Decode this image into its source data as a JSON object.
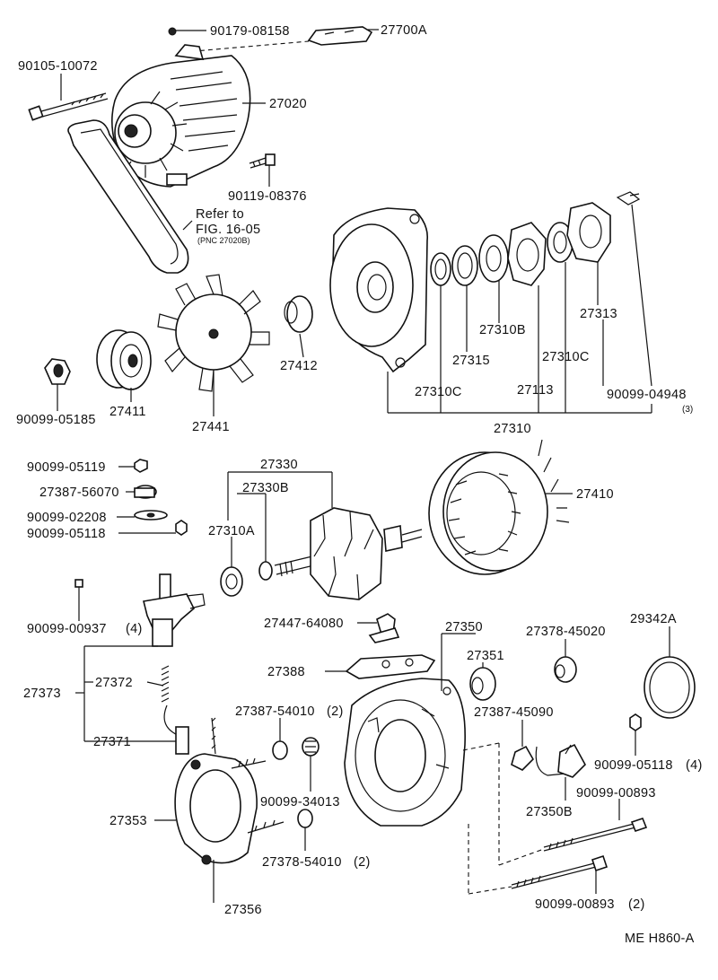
{
  "labels": {
    "p90179_08158": "90179-08158",
    "p27700A": "27700A",
    "p90105_10072": "90105-10072",
    "p27020": "27020",
    "p90119_08376": "90119-08376",
    "refer_to": "Refer to",
    "fig_ref": "FIG. 16-05",
    "pnc_ref": "(PNC 27020B)",
    "p27412": "27412",
    "p90099_05185": "90099-05185",
    "p27411": "27411",
    "p27441": "27441",
    "p27310B": "27310B",
    "p27313": "27313",
    "p27315": "27315",
    "p27310C_a": "27310C",
    "p27310C_b": "27310C",
    "p27113": "27113",
    "p90099_04948": "90099-04948",
    "qty3": "(3)",
    "p27310": "27310",
    "p90099_05119": "90099-05119",
    "p27387_56070": "27387-56070",
    "p90099_02208": "90099-02208",
    "p90099_05118_a": "90099-05118",
    "p27330": "27330",
    "p27330B": "27330B",
    "p27310A": "27310A",
    "p27410": "27410",
    "p90099_00937": "90099-00937",
    "qty4_a": "(4)",
    "p27447_64080": "27447-64080",
    "p27350": "27350",
    "p27378_45020": "27378-45020",
    "p29342A": "29342A",
    "p27351": "27351",
    "p27388": "27388",
    "p27373": "27373",
    "p27372": "27372",
    "p27387_54010": "27387-54010",
    "qty2_a": "(2)",
    "p27387_45090": "27387-45090",
    "p90099_05118_b": "90099-05118",
    "qty4_b": "(4)",
    "p27371": "27371",
    "p90099_34013": "90099-34013",
    "p27350B": "27350B",
    "p90099_00893_a": "90099-00893",
    "p27353": "27353",
    "p27378_54010": "27378-54010",
    "qty2_b": "(2)",
    "p27356": "27356",
    "p90099_00893_b": "90099-00893",
    "qty2_c": "(2)",
    "drawing_id": "ME H860-A"
  }
}
